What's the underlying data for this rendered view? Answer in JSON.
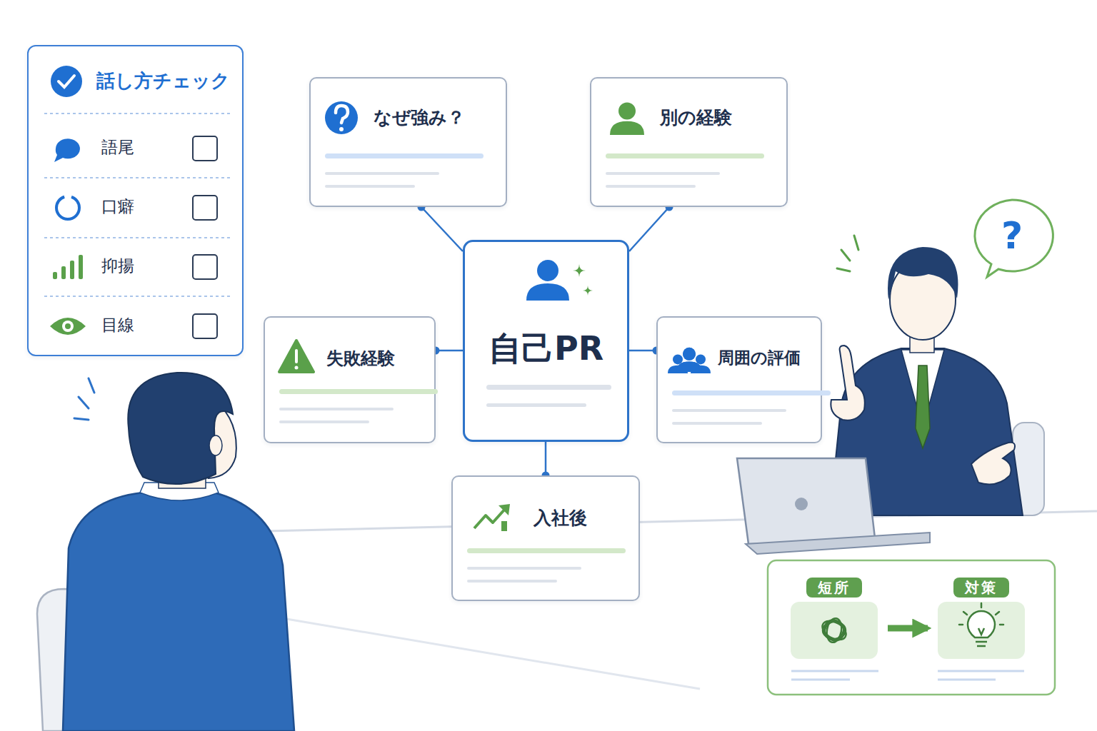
{
  "diagram": {
    "nodes": [
      {
        "text": [
          "話し方チェック"
        ]
      },
      {
        "text": [
          "なぜ強み？"
        ]
      },
      {
        "text": [
          "別の経験"
        ]
      },
      {
        "text": [
          "失敗経験"
        ]
      },
      {
        "text": [
          "自己PR"
        ]
      },
      {
        "text": [
          "周囲の評価"
        ]
      },
      {
        "text": [
          "入社後"
        ]
      },
      {
        "text": [
          "短所"
        ]
      },
      {
        "text": [
          "対策"
        ]
      }
    ],
    "edges": [
      {
        "from": 4,
        "to": 1,
        "arrow": "none"
      },
      {
        "from": 4,
        "to": 2,
        "arrow": "none"
      },
      {
        "from": 4,
        "to": 3,
        "arrow": "none"
      },
      {
        "from": 4,
        "to": 5,
        "arrow": "none"
      },
      {
        "from": 4,
        "to": 6,
        "arrow": "none"
      },
      {
        "from": 7,
        "to": 8,
        "arrow": "to"
      }
    ],
    "labels": [
      "語尾",
      "口癖",
      "抑揚",
      "目線",
      "?"
    ]
  }
}
